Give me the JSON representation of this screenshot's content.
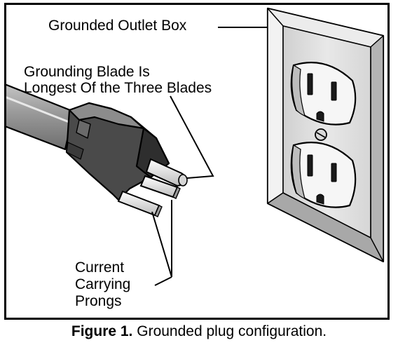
{
  "diagram": {
    "labels": {
      "outlet_box": "Grounded Outlet Box",
      "grounding_blade_line1": "Grounding Blade Is",
      "grounding_blade_line2": "Longest Of the Three Blades",
      "prongs_line1": "Current",
      "prongs_line2": "Carrying",
      "prongs_line3": "Prongs"
    },
    "caption": {
      "figure_label": "Figure 1.",
      "text": "Grounded plug configuration."
    },
    "colors": {
      "outline": "#000000",
      "plug_body": "#4a4a4a",
      "plug_highlight": "#8c8c8c",
      "cord": "#9a9a9a",
      "outlet_plate": "#e2e2e2",
      "receptacle": "#f4f4f4"
    }
  }
}
